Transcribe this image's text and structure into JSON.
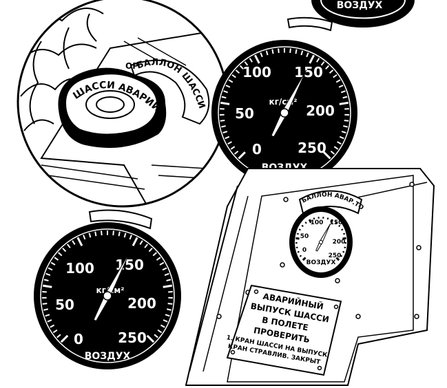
{
  "inset": {
    "knob_text": "ШАССИ АВАРИЙН",
    "knob_prefix": "АВАРИЙН",
    "ring_label": "БАЛЛОН ШАССИ",
    "ring_prefix": "ОР"
  },
  "gauge_large": {
    "ticks": [
      "0",
      "50",
      "100",
      "150",
      "200",
      "250"
    ],
    "unit": "кг/см²",
    "label": "ВОЗДУХ",
    "needle_value": 150
  },
  "gauge_top_partial": {
    "label": "ВОЗДУХ"
  },
  "gauge_small": {
    "ring_label": "БАЛЛОН АВАР.ТОРМ.",
    "ticks": [
      "0",
      "50",
      "100",
      "150",
      "200",
      "250"
    ],
    "label": "ВОЗДУХ",
    "needle_value": 150
  },
  "placard": {
    "lines": [
      "АВАРИЙНЫЙ",
      "ВЫПУСК ШАССИ",
      "В ПОЛЕТЕ",
      "ПРОВЕРИТЬ"
    ],
    "note_lines": [
      "1. КРАН ШАССИ НА ВЫПУСК",
      "КРАН СТРАВЛИВ. ЗАКРЫТ"
    ]
  }
}
